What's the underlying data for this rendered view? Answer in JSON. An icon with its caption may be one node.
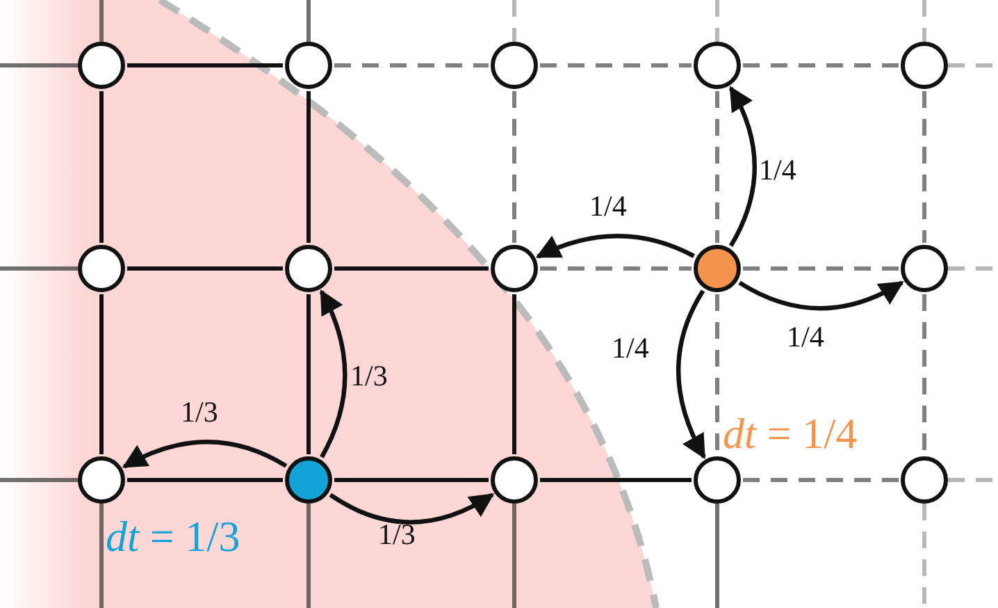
{
  "diagram": {
    "nodes": [
      {
        "text": [],
        "shape": "circle"
      },
      {
        "text": [],
        "shape": "circle"
      },
      {
        "text": [],
        "shape": "circle"
      },
      {
        "text": [],
        "shape": "circle"
      },
      {
        "text": [],
        "shape": "circle"
      },
      {
        "text": [],
        "shape": "circle"
      },
      {
        "text": [],
        "shape": "circle"
      },
      {
        "text": [],
        "shape": "circle"
      },
      {
        "text": [],
        "shape": "circle"
      },
      {
        "text": [],
        "shape": "circle"
      },
      {
        "text": [],
        "shape": "circle"
      },
      {
        "text": [],
        "shape": "circle"
      },
      {
        "text": [],
        "shape": "circle"
      },
      {
        "text": [],
        "shape": "circle"
      },
      {
        "text": [],
        "shape": "circle"
      }
    ],
    "edges": [
      {
        "from": 0,
        "to": 1,
        "arrow": "none"
      },
      {
        "from": 1,
        "to": 2,
        "arrow": "none",
        "style": "dashed",
        "color": "#808080"
      },
      {
        "from": 2,
        "to": 3,
        "arrow": "none",
        "style": "dashed",
        "color": "#808080"
      },
      {
        "from": 3,
        "to": 4,
        "arrow": "none",
        "style": "dashed",
        "color": "#808080"
      },
      {
        "from": 5,
        "to": 6,
        "arrow": "none"
      },
      {
        "from": 6,
        "to": 7,
        "arrow": "none"
      },
      {
        "from": 7,
        "to": 8,
        "arrow": "none",
        "style": "dashed",
        "color": "#808080"
      },
      {
        "from": 8,
        "to": 9,
        "arrow": "none",
        "style": "dashed",
        "color": "#808080"
      },
      {
        "from": 10,
        "to": 11,
        "arrow": "none"
      },
      {
        "from": 11,
        "to": 12,
        "arrow": "none"
      },
      {
        "from": 12,
        "to": 13,
        "arrow": "none"
      },
      {
        "from": 13,
        "to": 14,
        "arrow": "none",
        "style": "dashed",
        "color": "#808080"
      },
      {
        "from": 0,
        "to": 5,
        "arrow": "none"
      },
      {
        "from": 5,
        "to": 10,
        "arrow": "none"
      },
      {
        "from": 1,
        "to": 6,
        "arrow": "none"
      },
      {
        "from": 6,
        "to": 11,
        "arrow": "none"
      },
      {
        "from": 2,
        "to": 7,
        "arrow": "none",
        "style": "dashed",
        "color": "#808080"
      },
      {
        "from": 7,
        "to": 12,
        "arrow": "none"
      },
      {
        "from": 3,
        "to": 8,
        "arrow": "none",
        "style": "dashed",
        "color": "#808080"
      },
      {
        "from": 8,
        "to": 13,
        "arrow": "none",
        "style": "dashed",
        "color": "#808080"
      },
      {
        "from": 4,
        "to": 9,
        "arrow": "none",
        "style": "dashed",
        "color": "#808080"
      },
      {
        "from": 9,
        "to": 14,
        "arrow": "none",
        "style": "dashed",
        "color": "#808080"
      },
      {
        "from": 11,
        "to": 10,
        "arrow": "to",
        "label": "1/3"
      },
      {
        "from": 11,
        "to": 6,
        "arrow": "to",
        "label": "1/3"
      },
      {
        "from": 11,
        "to": 12,
        "arrow": "to",
        "label": "1/3"
      },
      {
        "from": 8,
        "to": 7,
        "arrow": "to",
        "label": "1/4"
      },
      {
        "from": 8,
        "to": 3,
        "arrow": "to",
        "label": "1/4"
      },
      {
        "from": 8,
        "to": 9,
        "arrow": "to",
        "label": "1/4"
      },
      {
        "from": 8,
        "to": 13,
        "arrow": "to",
        "label": "1/4"
      }
    ],
    "labels": [
      "*dt* = 1/4",
      "*dt* = 1/3"
    ]
  }
}
